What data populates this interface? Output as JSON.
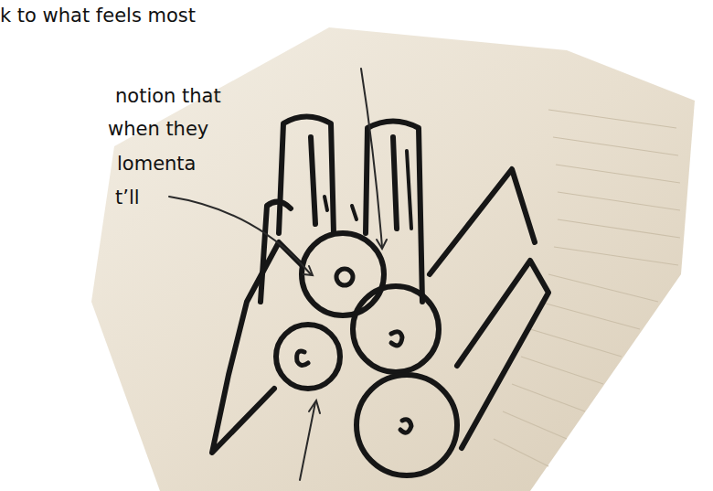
{
  "diagram": {
    "labels": [
      "k to what feels most",
      "notion that",
      "when they",
      "lomenta",
      "t’ll"
    ]
  }
}
